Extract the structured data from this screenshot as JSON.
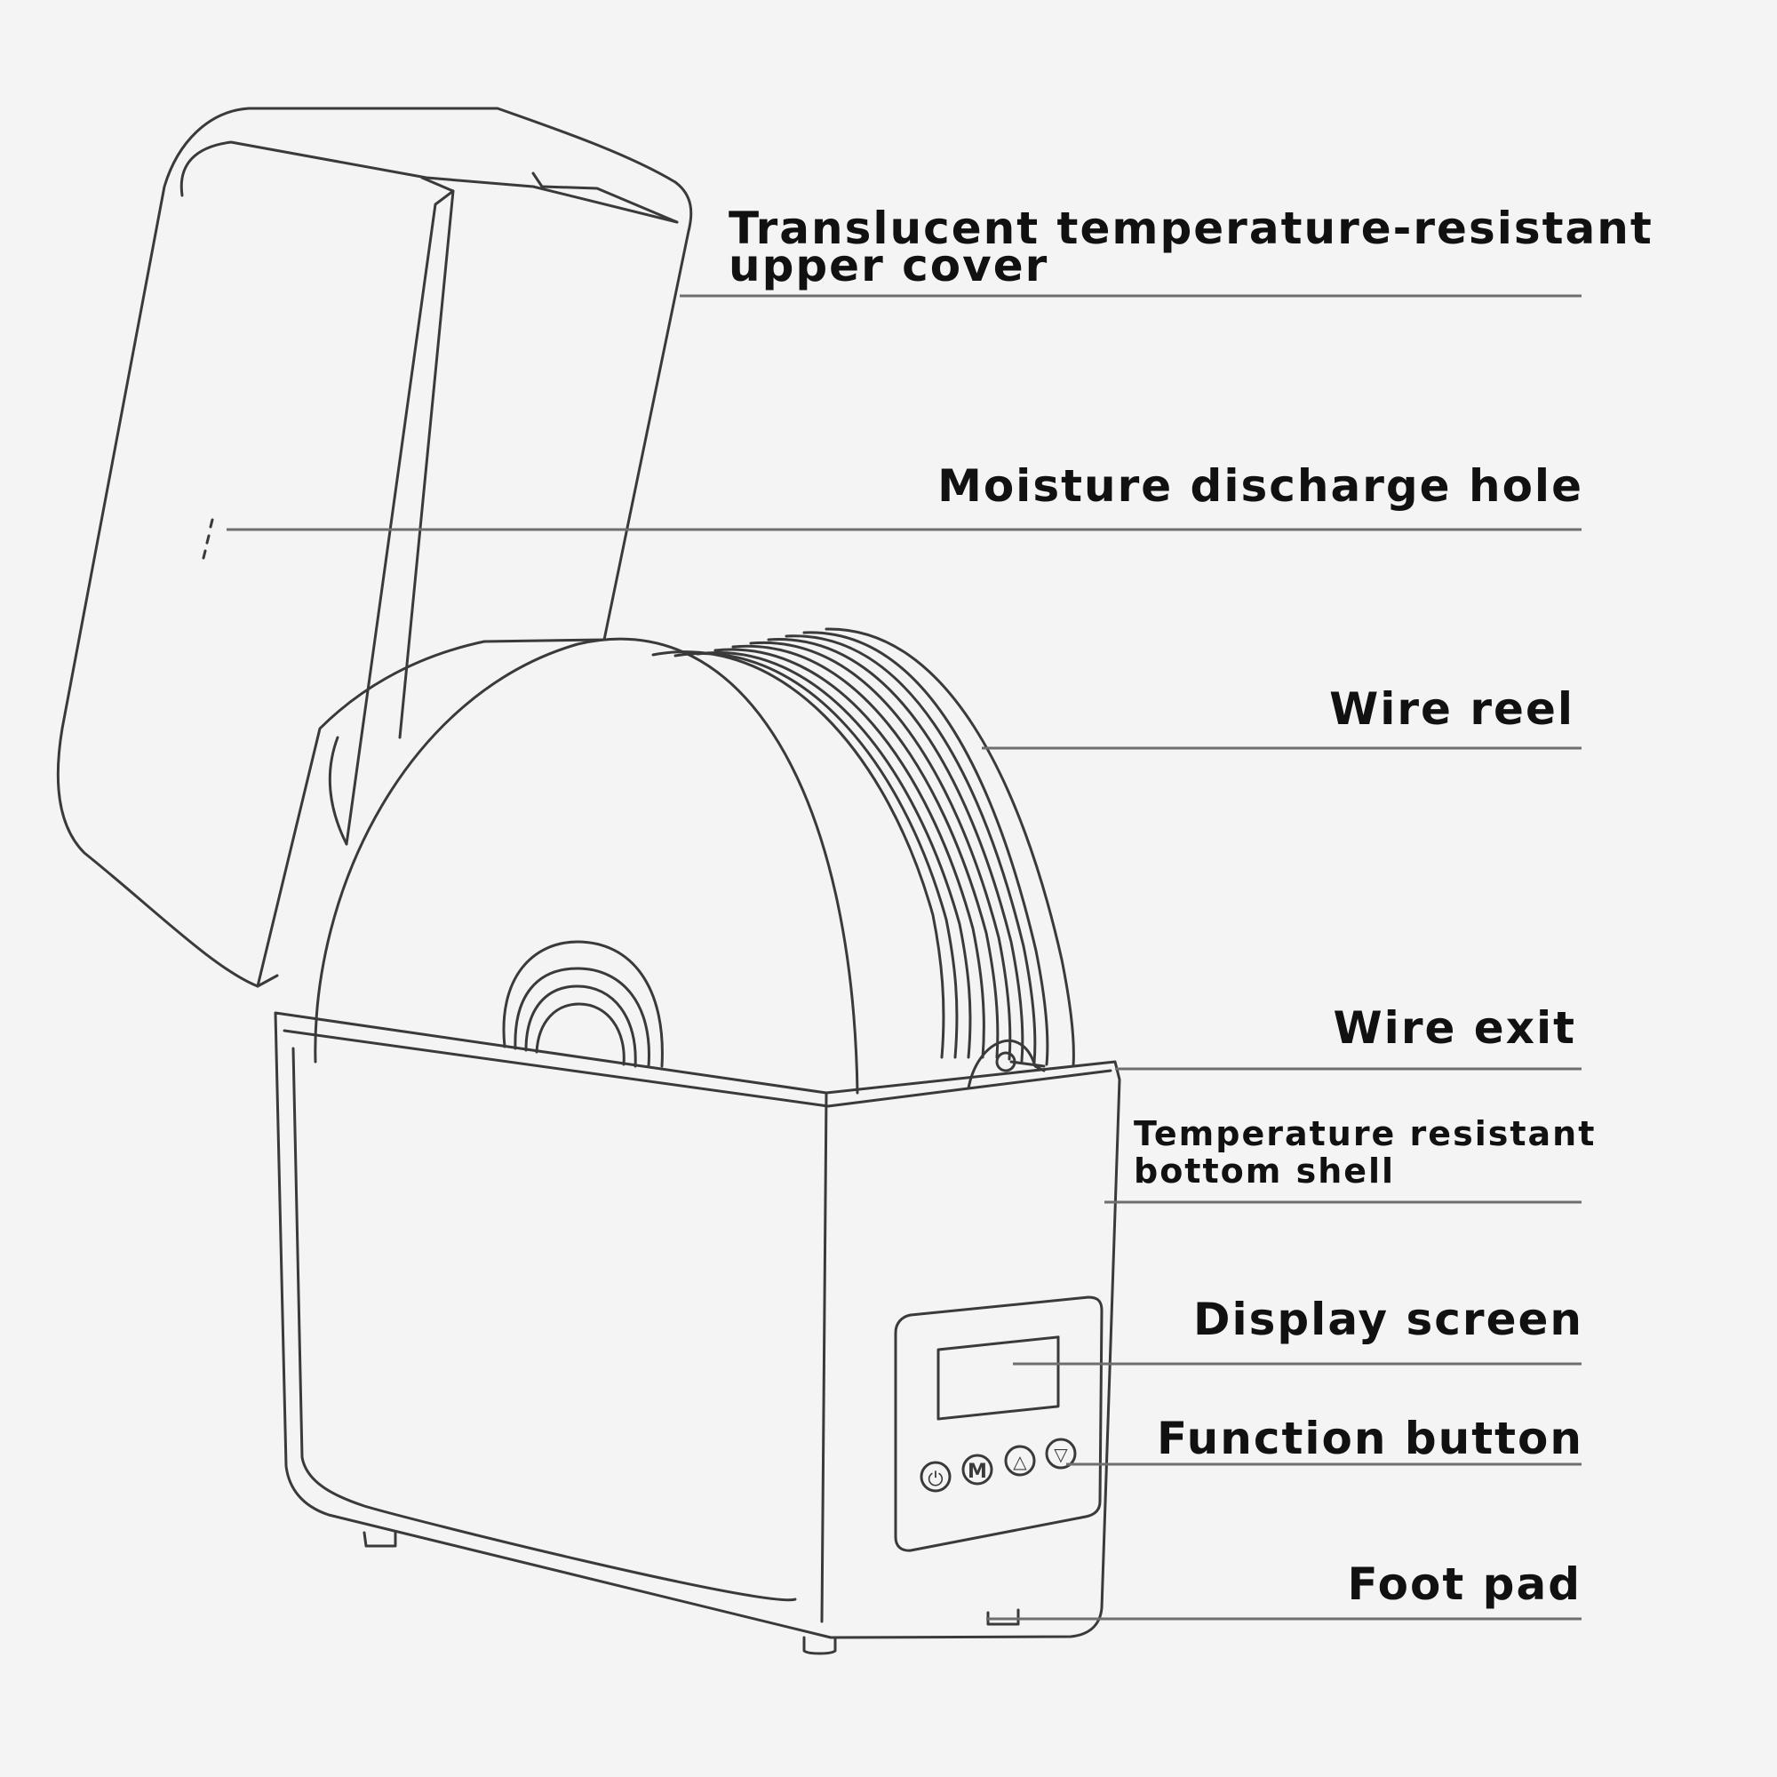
{
  "labels": {
    "upper_cover": [
      "Translucent temperature-resistant",
      "upper cover"
    ],
    "moisture_hole": "Moisture discharge hole",
    "wire_reel": "Wire reel",
    "wire_exit": "Wire exit",
    "bottom_shell": [
      "Temperature resistant",
      "bottom shell"
    ],
    "display_screen": "Display screen",
    "function_button": "Function button",
    "foot_pad": "Foot pad"
  },
  "buttons": {
    "power": "⏻",
    "mode": "M",
    "up": "△",
    "down": "▽"
  },
  "colors": {
    "background": "#f4f4f4",
    "line": "#3a3a3a",
    "leader": "#6e6e6e",
    "text": "#111111"
  }
}
